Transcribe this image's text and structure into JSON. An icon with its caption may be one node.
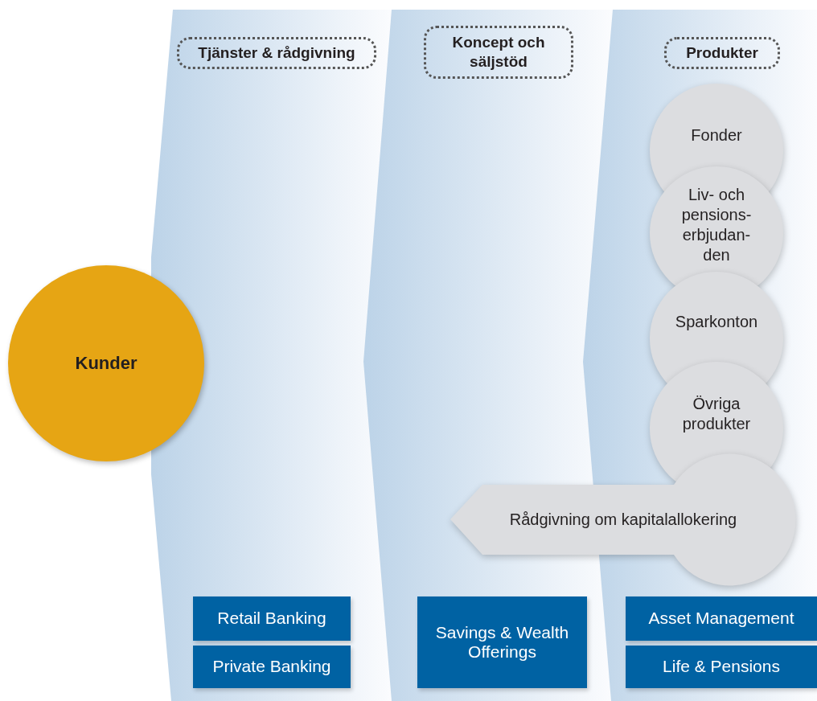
{
  "diagram": {
    "nodes": [
      {
        "text": [
          "Kunder"
        ]
      },
      {
        "text": [
          "Tjänster & rådgivning"
        ]
      },
      {
        "text": [
          "Koncept och säljstöd"
        ]
      },
      {
        "text": [
          "Produkter"
        ]
      },
      {
        "text": [
          "Fonder"
        ]
      },
      {
        "text": [
          "Liv- och pensions- erbjudan- den"
        ]
      },
      {
        "text": [
          "Sparkonton"
        ]
      },
      {
        "text": [
          "Övriga produkter"
        ]
      },
      {
        "text": [
          "Rådgivning om kapitalallokering"
        ]
      },
      {
        "text": [
          "Retail Banking"
        ]
      },
      {
        "text": [
          "Private Banking"
        ]
      },
      {
        "text": [
          "Savings & Wealth Offerings"
        ]
      },
      {
        "text": [
          "Asset Management"
        ]
      },
      {
        "text": [
          "Life & Pensions"
        ]
      }
    ]
  }
}
